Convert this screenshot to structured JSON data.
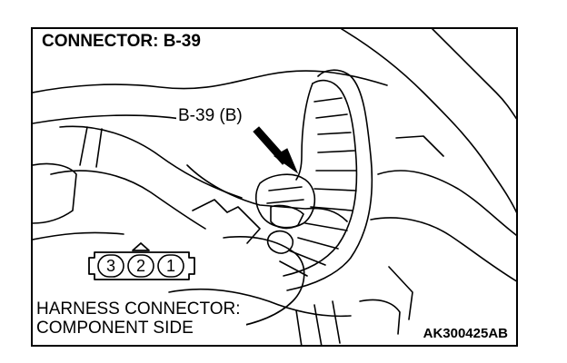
{
  "figure": {
    "title": "CONNECTOR: B-39",
    "callout_label": "B-39 (B)",
    "harness_label_line1": "HARNESS CONNECTOR:",
    "harness_label_line2": "COMPONENT SIDE",
    "figure_code": "AK300425AB"
  },
  "connector": {
    "pins": [
      "3",
      "2",
      "1"
    ]
  },
  "icons": {
    "arrow": "pointer-arrow-icon",
    "connector_face": "connector-face-icon"
  },
  "colors": {
    "line": "#000000",
    "background": "#ffffff"
  }
}
